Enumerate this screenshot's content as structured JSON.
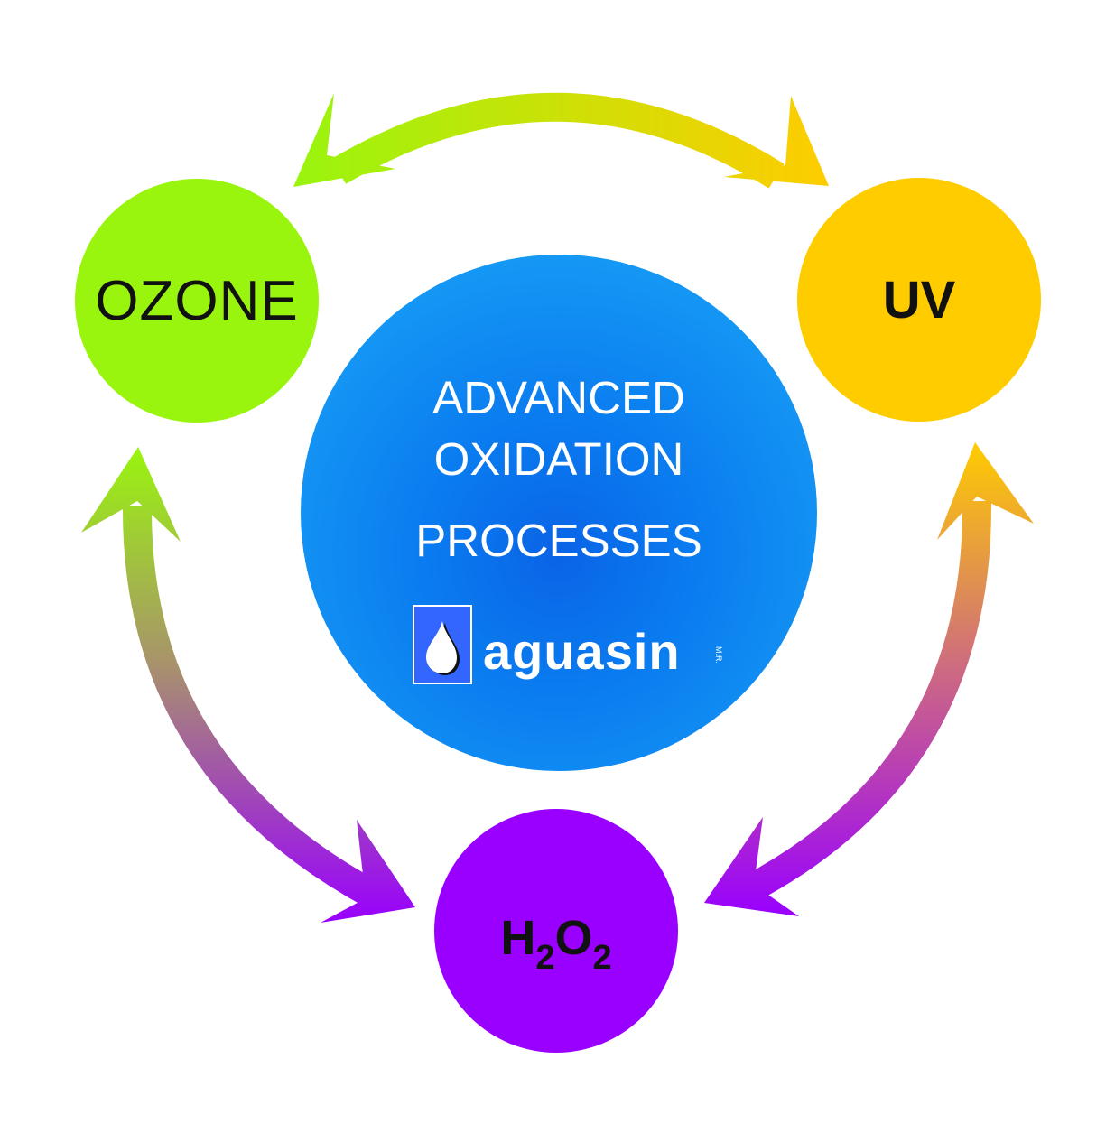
{
  "nodes": {
    "ozone": {
      "label": "OZONE",
      "color": "#99f50e"
    },
    "uv": {
      "label": "UV",
      "color": "#ffcc00"
    },
    "h2o2": {
      "label_main_1": "H",
      "label_sub_1": "2",
      "label_main_2": "O",
      "label_sub_2": "2",
      "color": "#9900ff"
    }
  },
  "center": {
    "line1": "ADVANCED",
    "line2": "OXIDATION",
    "line3": "PROCESSES",
    "colors": [
      "#0a64e6",
      "#1a9ff5"
    ]
  },
  "logo": {
    "brand": "aguasin",
    "mark": "M.R.",
    "icon": "water-drop-icon",
    "box_color": "#3366ff"
  },
  "arrows": [
    {
      "name": "arrow-ozone-uv",
      "from": "OZONE",
      "to": "UV",
      "bidirectional": true,
      "colors": [
        "#99f50e",
        "#ffcc00"
      ]
    },
    {
      "name": "arrow-uv-h2o2",
      "from": "UV",
      "to": "H2O2",
      "bidirectional": true,
      "colors": [
        "#ffcc00",
        "#9900ff"
      ]
    },
    {
      "name": "arrow-ozone-h2o2",
      "from": "OZONE",
      "to": "H2O2",
      "bidirectional": true,
      "colors": [
        "#99f50e",
        "#9900ff"
      ]
    }
  ]
}
